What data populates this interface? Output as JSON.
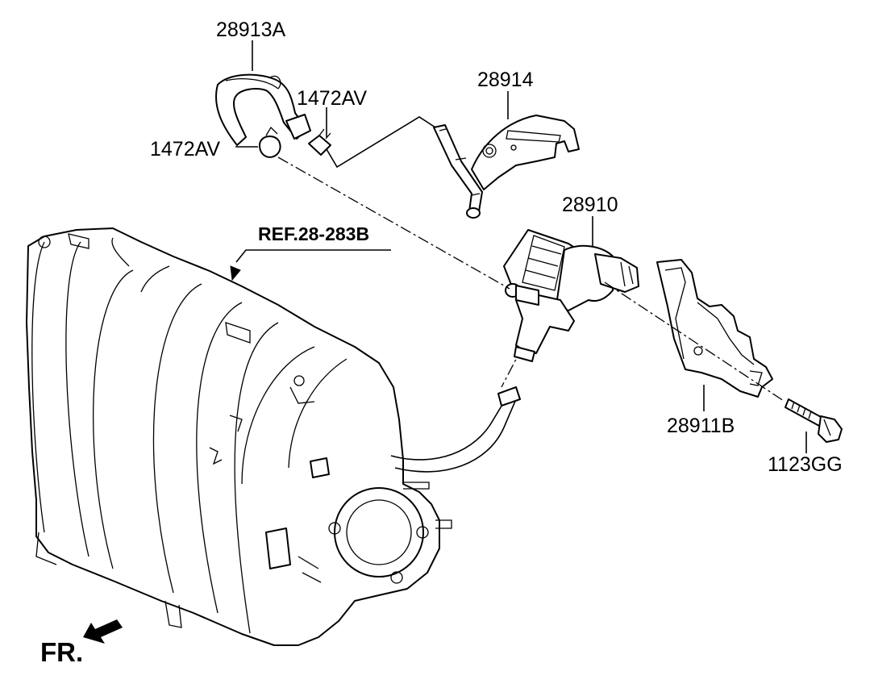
{
  "parts": {
    "hose_assembly": "28913A",
    "clamp_upper": "1472AV",
    "clamp_lower": "1472AV",
    "hose_bracket": "28914",
    "purge_valve": "28910",
    "valve_bracket": "28911B",
    "bolt": "1123GG"
  },
  "reference": "REF.28-283B",
  "front_indicator": "FR."
}
